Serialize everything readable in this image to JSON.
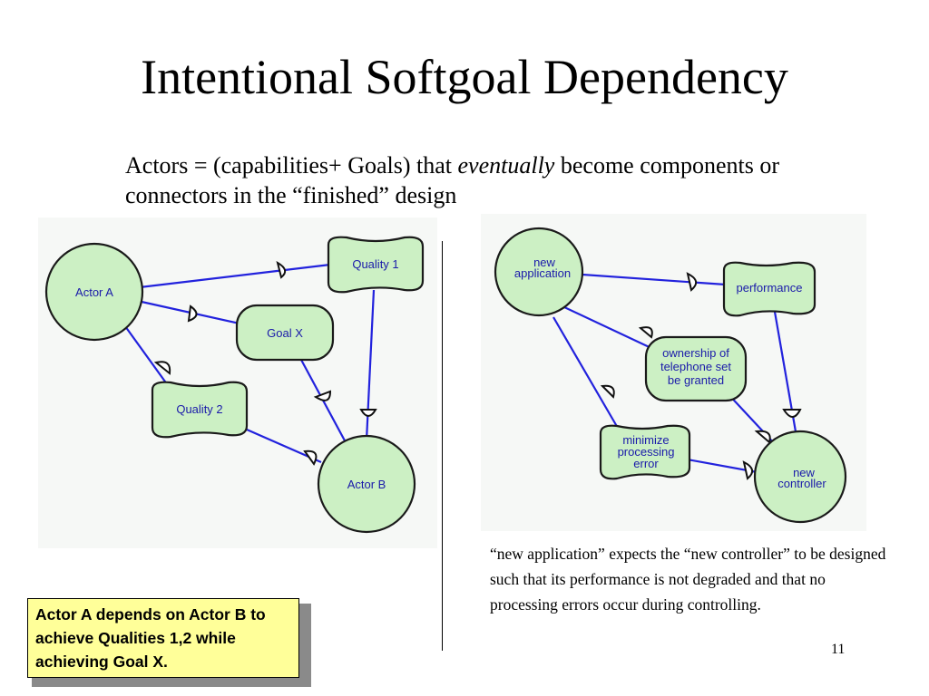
{
  "slide": {
    "title": "Intentional Softgoal Dependency",
    "subtitle_part1": "Actors = (capabilities+ Goals) that ",
    "subtitle_emphasis": "eventually",
    "subtitle_part2": " become components or connectors in the “finished” design",
    "page_number": "11"
  },
  "left_diagram": {
    "actor_a": "Actor A",
    "actor_b": "Actor B",
    "goal_x": "Goal X",
    "quality_1": "Quality 1",
    "quality_2": "Quality 2"
  },
  "right_diagram": {
    "new_application_line1": "new",
    "new_application_line2": "application",
    "performance": "performance",
    "ownership_line1": "ownership of",
    "ownership_line2": "telephone set",
    "ownership_line3": "be granted",
    "minimize_line1": "minimize",
    "minimize_line2": "processing",
    "minimize_line3": "error",
    "new_controller_line1": "new",
    "new_controller_line2": "controller"
  },
  "note": "“new application” expects the “new controller” to be designed such that its performance is not degraded and that no processing errors occur during controlling.",
  "callout": "Actor A depends on Actor B to achieve Qualities 1,2 while achieving Goal X.",
  "colors": {
    "node_fill": "#ccf0c4",
    "node_stroke": "#1a1a1a",
    "link": "#2222dd",
    "label": "#1a1aaa",
    "callout_fill": "#ffff99",
    "panel_fill": "#f6f8f6"
  }
}
